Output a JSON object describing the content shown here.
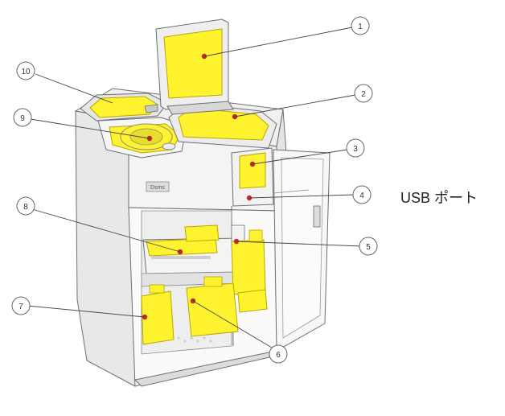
{
  "colors": {
    "highlight": "#fff22e",
    "highlight_stroke": "#b5a800",
    "marker": "#c0282d",
    "body": "#f2f2f2",
    "outline": "#6e6e6e"
  },
  "callouts": [
    {
      "id": 1,
      "label": "1"
    },
    {
      "id": 2,
      "label": "2"
    },
    {
      "id": 3,
      "label": "3"
    },
    {
      "id": 4,
      "label": "4"
    },
    {
      "id": 5,
      "label": "5"
    },
    {
      "id": 6,
      "label": "6"
    },
    {
      "id": 7,
      "label": "7"
    },
    {
      "id": 8,
      "label": "8"
    },
    {
      "id": 9,
      "label": "9"
    },
    {
      "id": 10,
      "label": "10"
    }
  ],
  "annotation": {
    "usb_port": "USB ポート"
  },
  "device": {
    "logo_text": "Dsms"
  }
}
